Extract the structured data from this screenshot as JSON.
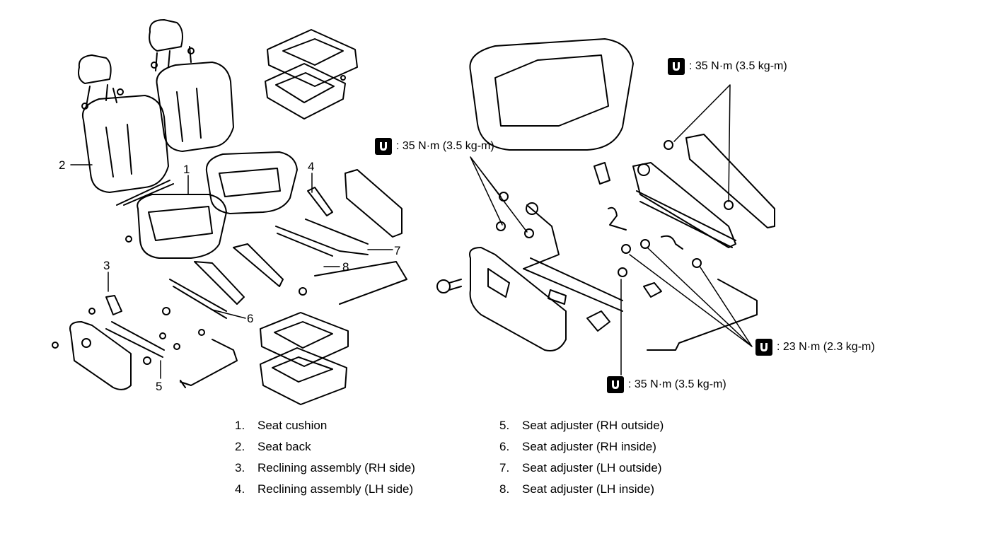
{
  "callouts": [
    "1",
    "2",
    "3",
    "4",
    "5",
    "6",
    "7",
    "8"
  ],
  "torque_specs": {
    "top_right": ": 35 N·m (3.5 kg-m)",
    "middle_left": ": 35 N·m (3.5 kg-m)",
    "bottom_center": ": 35 N·m (3.5 kg-m)",
    "right": ": 23 N·m (2.3 kg-m)"
  },
  "torque_icon": "bolt-torque-icon",
  "legend": [
    {
      "num": "1.",
      "text": "Seat cushion"
    },
    {
      "num": "2.",
      "text": "Seat back"
    },
    {
      "num": "3.",
      "text": "Reclining assembly (RH side)"
    },
    {
      "num": "4.",
      "text": "Reclining assembly (LH side)"
    },
    {
      "num": "5.",
      "text": "Seat adjuster (RH outside)"
    },
    {
      "num": "6.",
      "text": "Seat adjuster (RH inside)"
    },
    {
      "num": "7.",
      "text": "Seat adjuster (LH outside)"
    },
    {
      "num": "8.",
      "text": "Seat adjuster (LH inside)"
    }
  ]
}
